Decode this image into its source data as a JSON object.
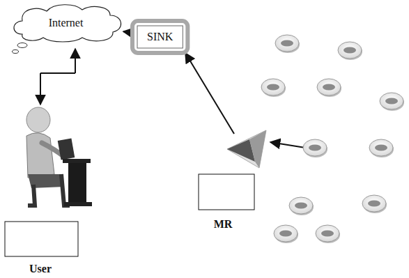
{
  "diagram": {
    "nodes": [
      {
        "text": [
          "Internet"
        ]
      },
      {
        "text": [
          "SINK"
        ]
      }
    ],
    "edges": [
      {
        "from": 1,
        "to": 0,
        "arrow": "to"
      }
    ],
    "labels": [
      "MR",
      "User"
    ]
  }
}
